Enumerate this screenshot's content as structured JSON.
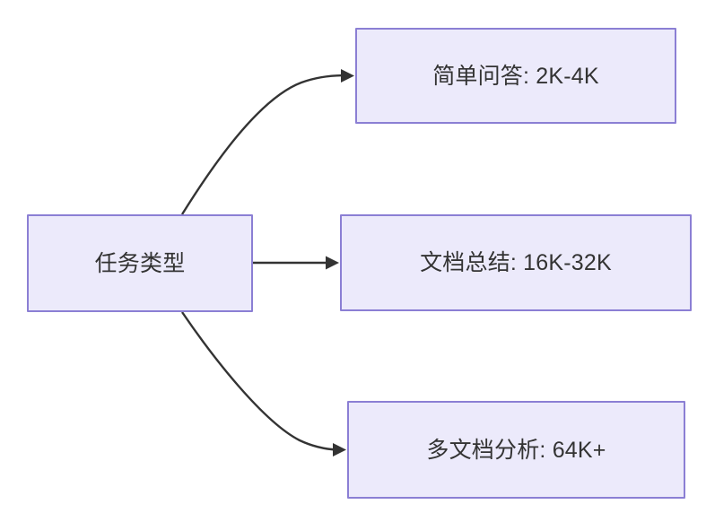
{
  "diagram": {
    "type": "flowchart",
    "direction": "left-to-right",
    "background_color": "#ffffff",
    "node_fill_color": "#ECEAFB",
    "node_border_color": "#8B7FD4",
    "text_color": "#333333",
    "edge_color": "#333333",
    "nodes": [
      {
        "id": "source",
        "label": "任务类型",
        "role": "root"
      },
      {
        "id": "task-1",
        "label": "简单问答: 2K-4K",
        "role": "leaf"
      },
      {
        "id": "task-2",
        "label": "文档总结: 16K-32K",
        "role": "leaf"
      },
      {
        "id": "task-3",
        "label": "多文档分析: 64K+",
        "role": "leaf"
      }
    ],
    "edges": [
      {
        "id": "edge-source-to-task-1",
        "from": "source",
        "to": "task-1",
        "style": "curved",
        "arrow": "triangle"
      },
      {
        "id": "edge-source-to-task-2",
        "from": "source",
        "to": "task-2",
        "style": "straight",
        "arrow": "triangle"
      },
      {
        "id": "edge-source-to-task-3",
        "from": "source",
        "to": "task-3",
        "style": "curved",
        "arrow": "triangle"
      }
    ]
  }
}
